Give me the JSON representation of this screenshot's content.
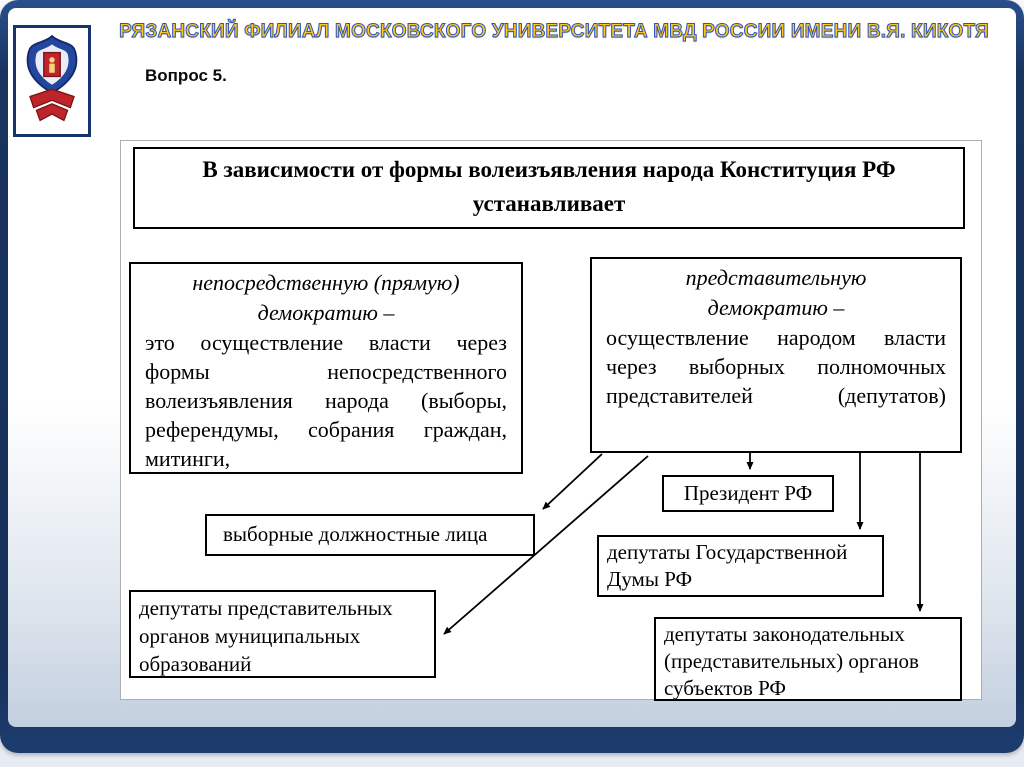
{
  "header": {
    "title": "РЯЗАНСКИЙ ФИЛИАЛ МОСКОВСКОГО УНИВЕРСИТЕТА МВД РОССИИ ИМЕНИ В.Я. КИКОТЯ",
    "question_label": "Вопрос 5."
  },
  "diagram": {
    "title_lines": [
      "В зависимости от формы волеизъявления народа Конституция РФ",
      "устанавливает"
    ],
    "direct": {
      "heading_lines": [
        "непосредственную (прямую)",
        "демократию –"
      ],
      "body": "это осуществление власти через формы непосредственного волеизъявления народа (выборы, референдумы, собрания граждан, митинги,"
    },
    "representative": {
      "heading_lines": [
        "представительную",
        "демократию –"
      ],
      "body": "осуществление народом власти через выборных полномочных представителей (депутатов)"
    },
    "nodes": {
      "president": "Президент РФ",
      "elected_officials": "выборные должностные лица",
      "duma_deputies": "депутаты Государственной Думы РФ",
      "municipal_deputies": "депутаты представительных органов муниципальных образований",
      "regional_deputies": "депутаты законодательных (представительных) органов субъектов РФ"
    }
  },
  "icons": {
    "emblem": "mvd-crest-icon"
  },
  "colors": {
    "frame_navy": "#16305a",
    "title_gold": "#ffc61d",
    "title_outline_blue": "#2e55bd",
    "box_border": "#000000",
    "panel_border": "#adadad",
    "slide_gradient_bottom": "#c3cfdf",
    "crest_blue": "#23479f",
    "crest_red": "#c0242b"
  }
}
